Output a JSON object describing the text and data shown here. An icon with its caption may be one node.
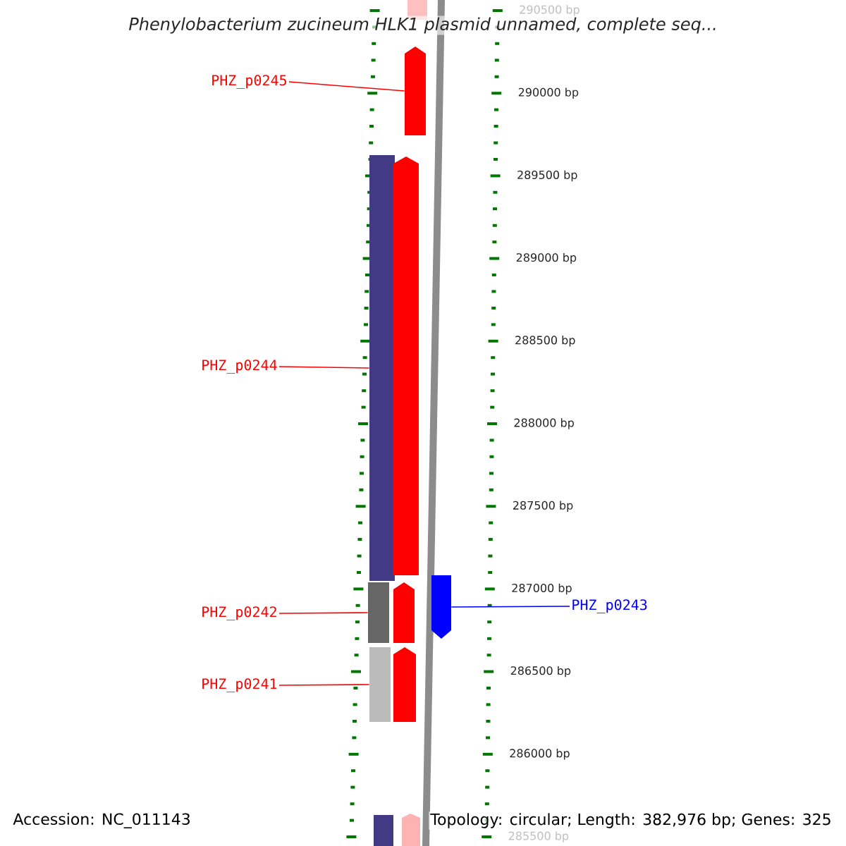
{
  "diagram": {
    "title": "Phenylobacterium zucineum HLK1 plasmid unnamed, complete seq...",
    "nodes": [
      {
        "text": [
          "PHZ_p0245"
        ]
      },
      {
        "text": [],
        "shape": "arrow"
      },
      {
        "text": [
          "PHZ_p0244"
        ]
      },
      {
        "text": [],
        "shape": "bar"
      },
      {
        "text": [
          "PHZ_p0242"
        ]
      },
      {
        "text": [],
        "shape": "bar"
      },
      {
        "text": [
          "PHZ_p0241"
        ]
      },
      {
        "text": [],
        "shape": "bar"
      },
      {
        "text": [
          "PHZ_p0243"
        ]
      },
      {
        "text": [],
        "shape": "arrow"
      },
      {
        "text": [],
        "shape": "arrow"
      },
      {
        "text": [],
        "shape": "arrow"
      },
      {
        "text": [],
        "shape": "arrow"
      }
    ],
    "edges": [
      {
        "from": 0,
        "to": 1,
        "arrow": "none"
      },
      {
        "from": 2,
        "to": 3,
        "arrow": "none"
      },
      {
        "from": 4,
        "to": 5,
        "arrow": "none"
      },
      {
        "from": 6,
        "to": 7,
        "arrow": "none"
      },
      {
        "from": 8,
        "to": 9,
        "arrow": "none",
        "color": "#0000ff"
      }
    ],
    "labels": [
      "290500 bp",
      "290000 bp",
      "289500 bp",
      "289000 bp",
      "288500 bp",
      "288000 bp",
      "287500 bp",
      "287000 bp",
      "286500 bp",
      "286000 bp",
      "285500 bp",
      "Accession: NC_011143",
      "Topology: circular; Length: 382,976 bp; Genes: 325"
    ]
  }
}
